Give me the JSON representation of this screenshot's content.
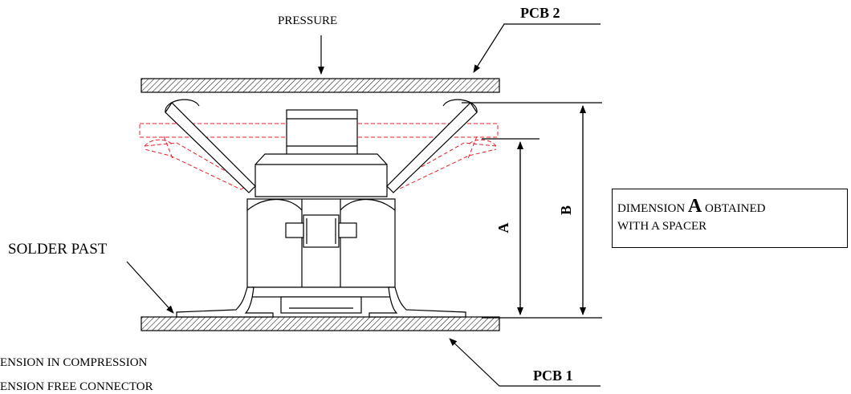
{
  "labels": {
    "pressure": "PRESSURE",
    "pcb_top": "PCB 2",
    "pcb_bottom": "PCB 1",
    "solder": "SOLDER PAST",
    "dim_a": "A",
    "dim_b": "B"
  },
  "note": {
    "line1_prefix": "DIMENSION",
    "line1_letter": "A",
    "line1_suffix": "OBTAINED",
    "line2": "WITH A SPACER"
  },
  "legend": {
    "line1": "ENSION IN COMPRESSION",
    "line2": "ENSION FREE CONNECTOR"
  },
  "colors": {
    "outline": "#000000",
    "compressed": "#e8202a"
  }
}
